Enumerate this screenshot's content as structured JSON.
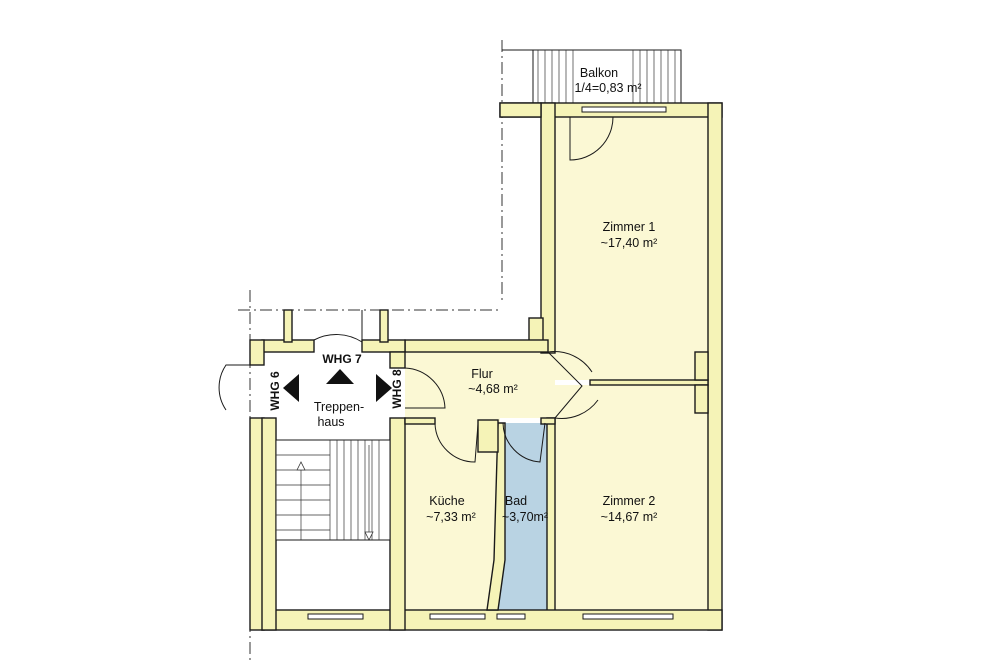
{
  "rooms": {
    "balkon": {
      "name": "Balkon",
      "area": "1/4=0,83 m²"
    },
    "zimmer1": {
      "name": "Zimmer 1",
      "area": "~17,40 m²"
    },
    "flur": {
      "name": "Flur",
      "area": "~4,68 m²"
    },
    "kueche": {
      "name": "Küche",
      "area": "~7,33 m²"
    },
    "bad": {
      "name": "Bad",
      "area": "~3,70m²"
    },
    "zimmer2": {
      "name": "Zimmer 2",
      "area": "~14,67 m²"
    },
    "treppenhaus": {
      "line1": "Treppen-",
      "line2": "haus"
    }
  },
  "units": {
    "whg6": "WHG 6",
    "whg7": "WHG 7",
    "whg8": "WHG 8"
  },
  "colors": {
    "floor": "#fbf8d4",
    "wall": "#f5f3b7",
    "bath": "#b9d3e3",
    "line": "#1a1a1a"
  }
}
